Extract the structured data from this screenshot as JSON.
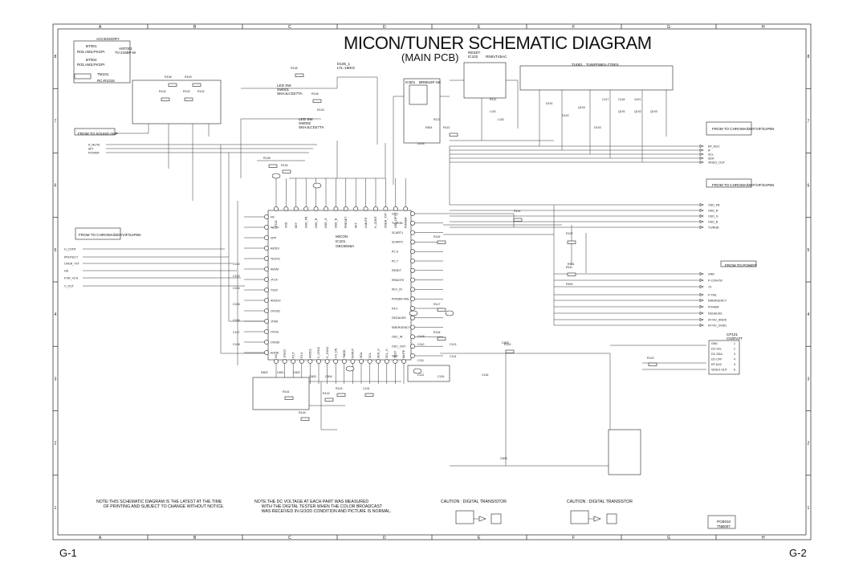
{
  "header": {
    "title": "MICON/TUNER SCHEMATIC DIAGRAM",
    "subtitle": "(MAIN PCB)"
  },
  "grid": {
    "columns": [
      "A",
      "B",
      "C",
      "D",
      "E",
      "F",
      "G",
      "H"
    ],
    "rows": [
      "8",
      "7",
      "6",
      "5",
      "4",
      "3",
      "2",
      "1"
    ]
  },
  "pages": {
    "left": "G-1",
    "right": "G-2"
  },
  "notes": {
    "left": "NOTE:THIS SCHEMATIC DIAGRAM IS THE LATEST AT THE TIME\n      OF PRINTING AND SUBJECT TO CHANGE WITHOUT NOTICE.",
    "middle": "NOTE:THE DC VOLTAGE AT EACH PART WAS MEASURED\n      WITH THE DIGITAL TESTER WHEN THE COLOR BROADCAST\n      WAS RECEIVED IN GOOD CONDITION AND PICTURE IS NORMAL.",
    "caution1": "CAUTION : DIGITAL TRANSISTOR",
    "caution2": "CAUTION : DIGITAL TRANSISTOR"
  },
  "blocks": {
    "accessory": "ACCESSORY",
    "accessory_items": [
      "BT001",
      "R03,AM3,PKGPI",
      "BT002",
      "R03,AM3,PKGPI",
      "ANT001",
      "TV-2168P-M",
      "TM101",
      "RC-R1016"
    ],
    "from_sound_amp": "FROM TO SOUND AMP",
    "from_chroma_top": "FROM TO CHROMA/DEF/VIF/S1P6N",
    "from_chroma_mid": "FROM TO CHROMA/DEF/VIF/S1P6N",
    "from_chroma_left": "FROM TO CHROMA/DEF/VIF/S1P6N",
    "from_power": "FROM TO POWER",
    "micon": [
      "MICON",
      "IC101",
      "OEC8046A"
    ],
    "reset_ic": [
      "RESET",
      "IC102",
      "RN5VT45AC"
    ],
    "eeprom": [
      "IC501",
      "BR9016F-XE"
    ],
    "tuner": [
      "TU001",
      "TUNFF9801-770ES"
    ],
    "led_sw1": [
      "LED SW",
      "SW001",
      "SKHJLCD27TA"
    ],
    "led_sw2": [
      "LED SW",
      "SW002",
      "SKHJLCD27TA"
    ],
    "cp101": [
      "CP101",
      "CN/DV3T"
    ],
    "pcb": [
      "PCB010",
      "TNB007"
    ],
    "d_led": [
      "D105_1",
      "LTL-1MKG"
    ]
  },
  "left_signals": [
    "A_MUTE",
    "AFT",
    "POWER",
    "H_CONT",
    "PROTECT",
    "OVER_TXT",
    "HD",
    "FOR_VCH",
    "V_OUT"
  ],
  "right_signals": [
    "RF_AGC",
    "IF",
    "SCL",
    "SDA",
    "VIDEO_OUT",
    "OSD_FB",
    "OSD_R",
    "OSD_G",
    "OSD_B",
    "TU/RGB",
    "GND",
    "P-CON+5V",
    "+5",
    "P-TAIL",
    "EMERGENCY",
    "POWER",
    "DEGAUSS",
    "AT+5V_ANOD",
    "AT+5V_DVDD"
  ],
  "micon_pins_left": [
    "NC",
    "WECF",
    "VPP",
    "AVDDI",
    "TESTO",
    "AVDM",
    "JTCK",
    "TSCF",
    "AVDDO",
    "OVSS2",
    "JTMS",
    "OVSS",
    "OVDDI",
    "AGND"
  ],
  "micon_pins_right": [
    "GND",
    "TU/RGB",
    "SCART1",
    "SCART2",
    "PC.5",
    "PC.7",
    "RESET",
    "REMOTE",
    "KEY_IN",
    "POWER FAIL",
    "P4.0",
    "DEGAUSS",
    "EMERGENCY",
    "OSC_IN",
    "OSC_OUT",
    "VDD"
  ],
  "micon_pins_top": [
    "JTDO",
    "VDD",
    "KEY",
    "OSD_FB",
    "OSD_R",
    "OSD_G",
    "OSD_B",
    "PRESET",
    "AFT",
    "A MUTE",
    "H_CONT",
    "OVER_TXT",
    "LED_OPT",
    "POWER"
  ],
  "micon_pins_bottom": [
    "NC",
    "JTRST",
    "P2.5",
    "P2.6",
    "AVDD1",
    "V_SYNC",
    "H_SYNC",
    "CH_DN",
    "TMOD",
    "IN/OUT",
    "SDA",
    "SCL",
    "SDA_H",
    "SCL_H",
    "TEST",
    "MUTE"
  ],
  "pin_labels_cp101": [
    "GND",
    "DC-SCL",
    "DC-SDA",
    "DC-CPF",
    "RF AGC",
    "VIDEO OUT"
  ],
  "pin_numbers_cp101": [
    "1",
    "2",
    "3",
    "4",
    "5",
    "6"
  ],
  "component_labels": [
    "R108",
    "R109",
    "R104",
    "R103",
    "R102",
    "R145",
    "R146",
    "R133",
    "R135",
    "R134",
    "R113",
    "R112",
    "R101",
    "R107",
    "R111",
    "R115",
    "R117",
    "R118",
    "R119",
    "R120",
    "R122",
    "R141",
    "R144",
    "R142",
    "C101",
    "C102",
    "C103",
    "C104",
    "C105",
    "C106",
    "C107",
    "C108",
    "C109",
    "C110",
    "C111",
    "C112",
    "C113",
    "C114",
    "C115",
    "C116",
    "C117",
    "C118",
    "X101",
    "Q101",
    "Q102",
    "Q103",
    "Q104",
    "D101",
    "D102",
    "D103",
    "D104",
    "L101",
    "L102",
    "R121",
    "R801",
    "R802",
    "C801",
    "C802",
    "C803",
    "C804",
    "C805",
    "C806",
    "R901",
    "R902"
  ],
  "colors": {
    "ink": "#111111",
    "paper": "#ffffff"
  }
}
